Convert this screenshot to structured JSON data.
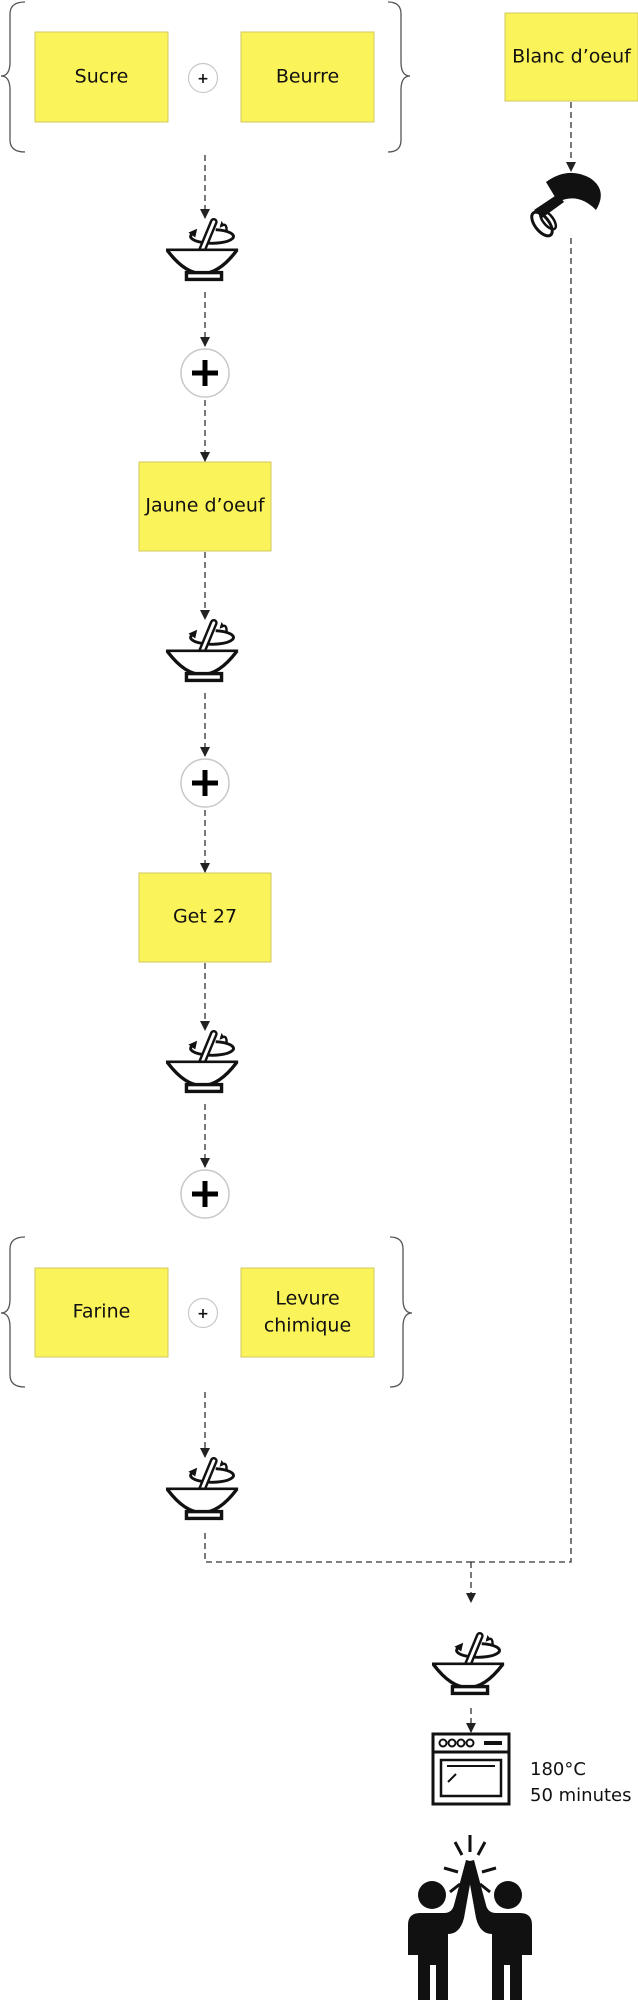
{
  "ingredients": {
    "sucre": "Sucre",
    "beurre": "Beurre",
    "blanc_oeuf": "Blanc d’oeuf",
    "jaune_oeuf": "Jaune d’oeuf",
    "get27": "Get 27",
    "farine": "Farine",
    "levure_line1": "Levure",
    "levure_line2": "chimique"
  },
  "small_plus_symbol": "+",
  "cooking": {
    "temperature": "180°C",
    "duration": "50 minutes"
  },
  "icons": {
    "mix": "mixing-bowl-icon",
    "add": "plus-circle-icon",
    "whisk": "hand-mixer-icon",
    "oven": "oven-icon",
    "celebrate": "high-five-icon"
  },
  "colors": {
    "sticky_note": "#fbf35a",
    "line": "#333333"
  }
}
